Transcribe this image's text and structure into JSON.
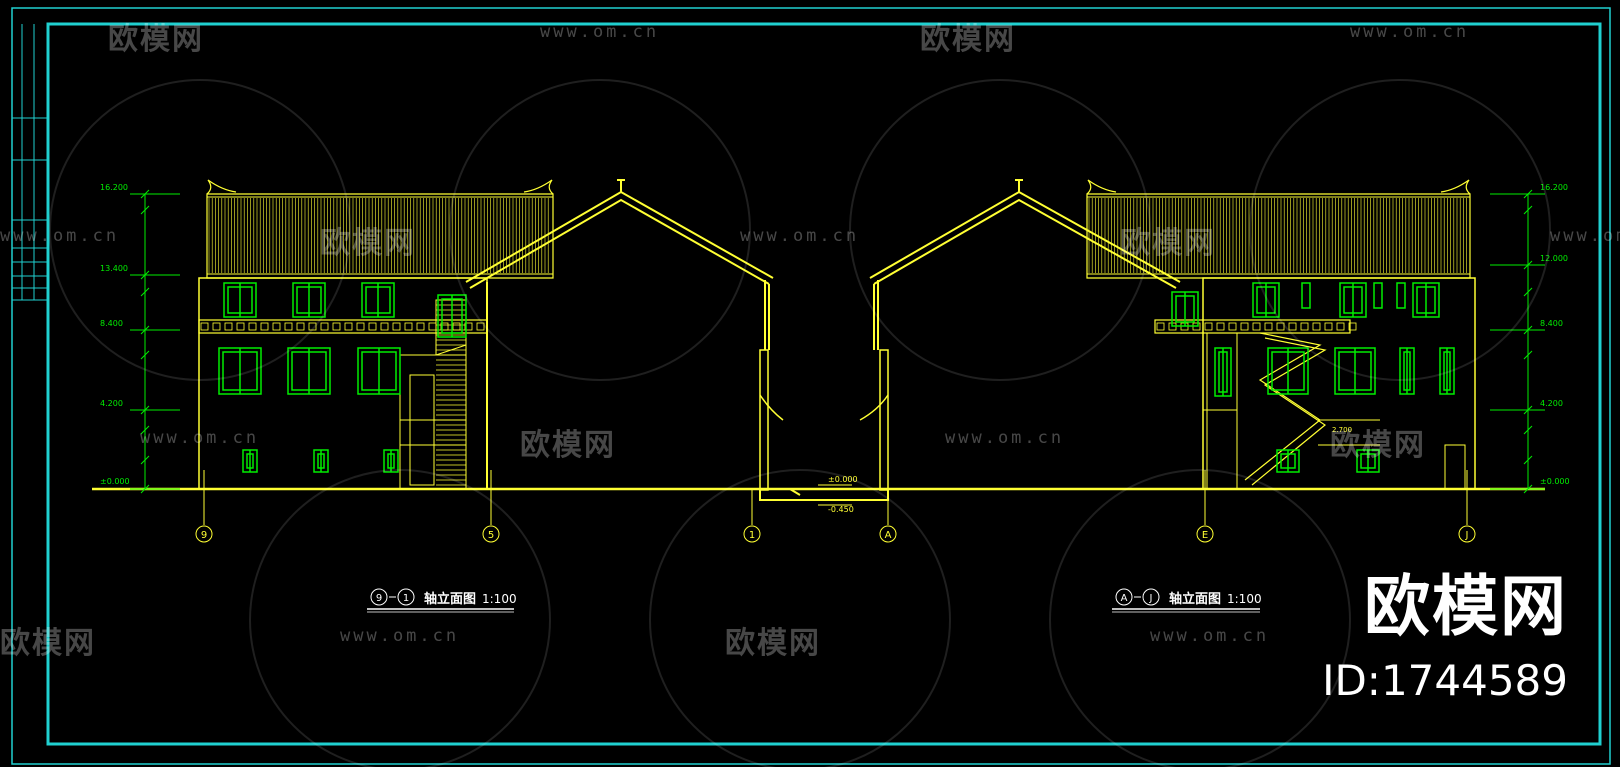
{
  "drawing": {
    "left_view_title": "⑨-① 轴立面图1:100",
    "left_view_title_main": "轴立面图",
    "left_view_scale": "1:100",
    "left_axis_start": "9",
    "left_axis_end": "1",
    "right_view_title_main": "轴立面图",
    "right_view_scale": "1:100",
    "right_axis_start": "A",
    "right_axis_end": "J",
    "axis_bubbles_left": [
      "9",
      "5",
      "1"
    ],
    "axis_bubbles_right": [
      "A",
      "E",
      "J"
    ],
    "level_labels_left": [
      "16.200",
      "13.400",
      "8.400",
      "4.200",
      "±0.000"
    ],
    "level_labels_right": [
      "16.200",
      "12.000",
      "8.400",
      "4.200",
      "±0.000"
    ],
    "ground_labels": [
      "±0.000",
      "-0.450"
    ],
    "small_note": "2.700",
    "colors": {
      "frame": "#20d0d0",
      "building": "#ffff33",
      "windows": "#00ee00",
      "dimension": "#00ee00",
      "background": "#000000"
    }
  },
  "watermarks": {
    "brand_cn": "欧模网",
    "url": "www.om.cn"
  },
  "brand": {
    "name": "欧模网",
    "id_text": "ID:1744589"
  }
}
